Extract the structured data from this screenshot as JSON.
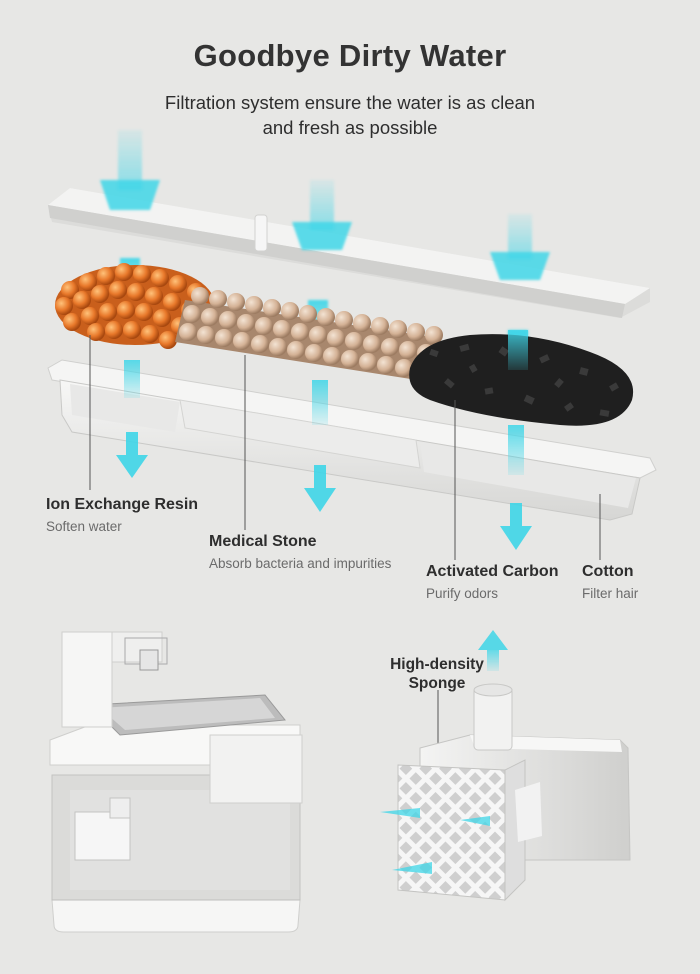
{
  "header": {
    "title": "Goodbye Dirty Water",
    "subtitle_line1": "Filtration system ensure the water is as clean",
    "subtitle_line2": "and fresh as possible"
  },
  "layers": [
    {
      "name": "Ion Exchange Resin",
      "desc": "Soften water"
    },
    {
      "name": "Medical Stone",
      "desc": "Absorb bacteria and impurities"
    },
    {
      "name": "Activated Carbon",
      "desc": "Purify odors"
    },
    {
      "name": "Cotton",
      "desc": "Filter hair"
    }
  ],
  "sponge": {
    "line1": "High-density",
    "line2": "Sponge"
  },
  "colors": {
    "background": "#e7e7e5",
    "water_flow": "#3fd6e8",
    "resin": "#e8782a",
    "stone": "#d6b69c",
    "carbon": "#1f1f1f"
  }
}
